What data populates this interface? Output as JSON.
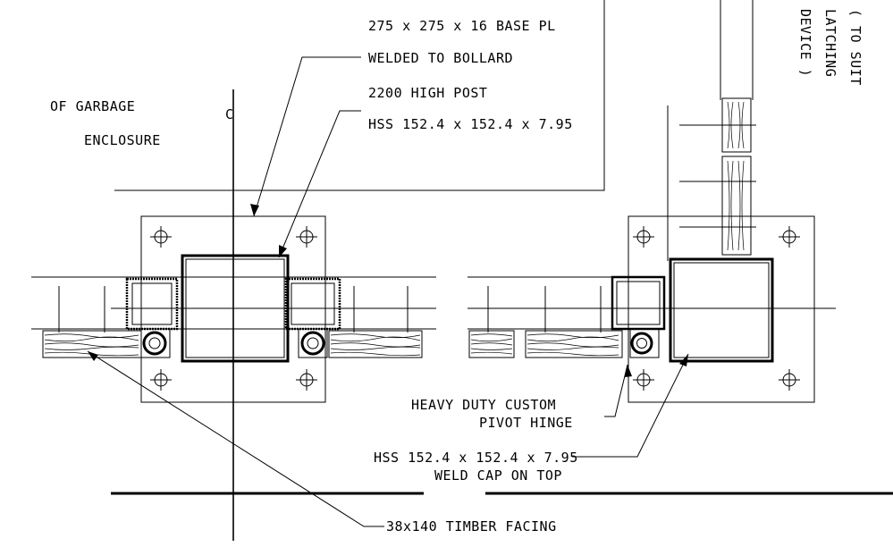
{
  "annotations": {
    "base_plate_line1": "275 x 275 x 16 BASE PL",
    "base_plate_line2": "WELDED TO BOLLARD",
    "post_line1": "2200 HIGH POST",
    "post_line2": "HSS 152.4 x 152.4 x 7.95",
    "enclosure_line1": "OF GARBAGE",
    "enclosure_line2": "ENCLOSURE",
    "centerline_symbol": "C",
    "latching_line1": "( TO SUIT",
    "latching_line2": "LATCHING",
    "latching_line3": "DEVICE )",
    "hinge_line1": "HEAVY DUTY CUSTOM",
    "hinge_line2": "PIVOT HINGE",
    "hss_cap_line1": "HSS 152.4 x 152.4 x 7.95",
    "hss_cap_line2": "WELD CAP ON TOP",
    "timber_facing": "38x140 TIMBER FACING"
  }
}
